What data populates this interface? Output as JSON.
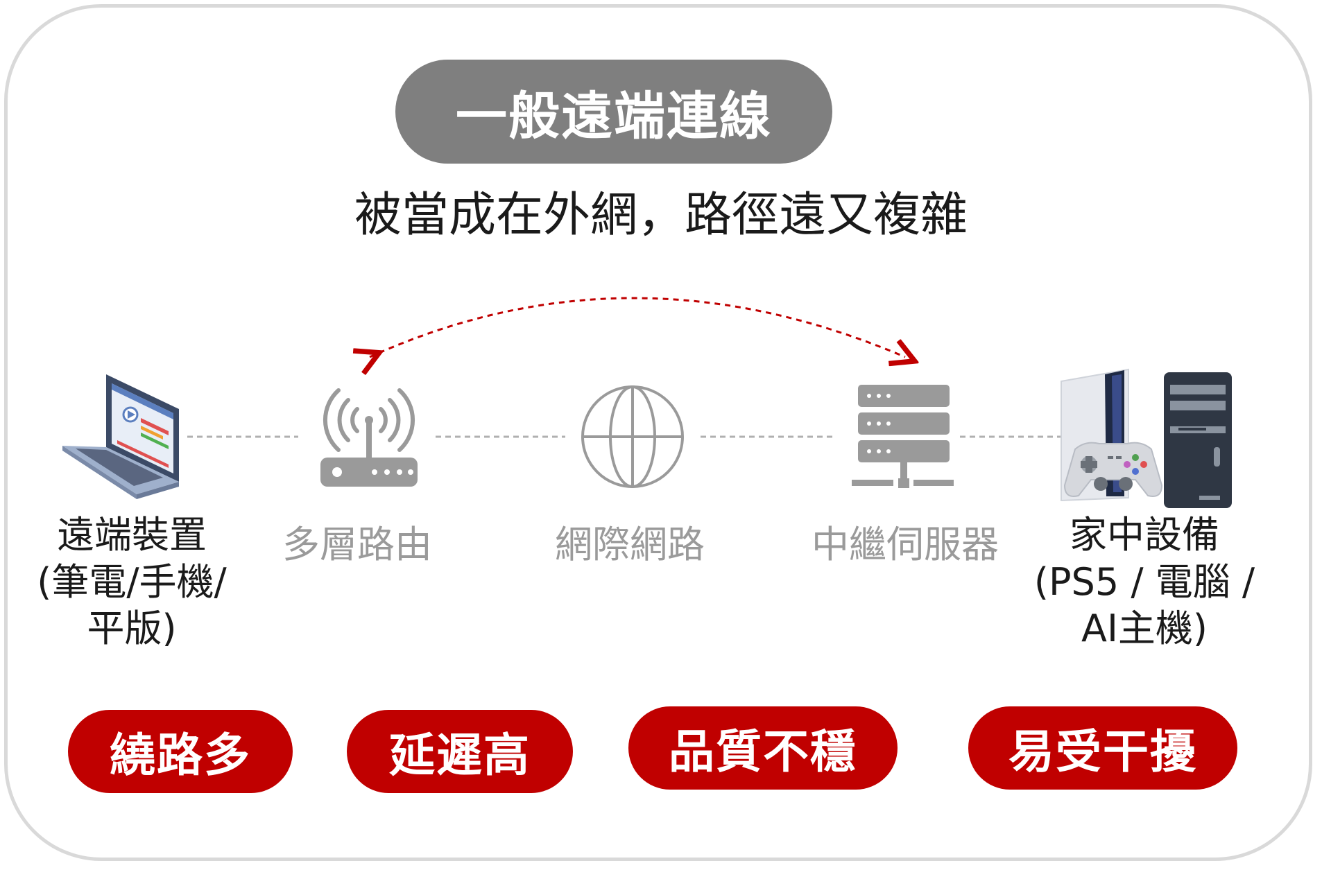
{
  "title": "一般遠端連線",
  "subtitle": "被當成在外網，路徑遠又複雜",
  "nodes": [
    {
      "label": "遠端裝置\n(筆電/手機/\n平版)",
      "icon": "laptop-icon"
    },
    {
      "label": "多層路由",
      "icon": "router-icon"
    },
    {
      "label": "網際網路",
      "icon": "globe-icon"
    },
    {
      "label": "中繼伺服器",
      "icon": "server-icon"
    },
    {
      "label": "家中設備\n(PS5 / 電腦 /\nAI主機)",
      "icon": "home-devices-icon"
    }
  ],
  "issues": [
    "繞路多",
    "延遲高",
    "品質不穩",
    "易受干擾"
  ],
  "colors": {
    "accent": "#c00000",
    "pill_grey": "#7f7f7f",
    "muted": "#9a9a9a",
    "border": "#d9d9d9"
  }
}
